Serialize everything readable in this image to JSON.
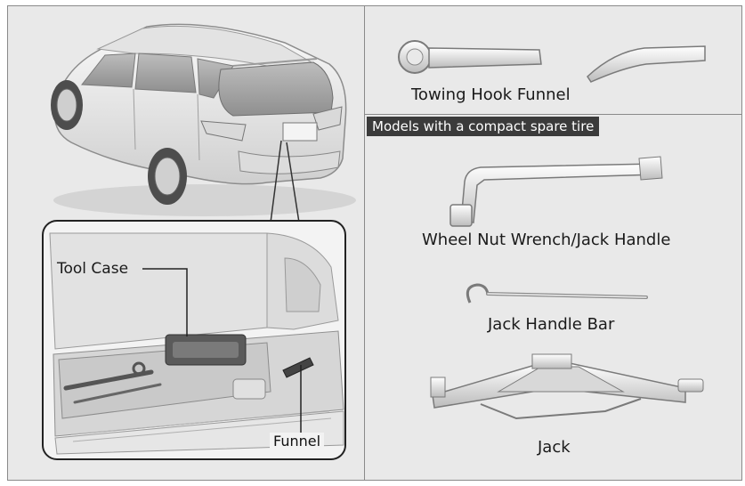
{
  "labels": {
    "towing_hook_funnel": "Towing Hook Funnel",
    "models_banner": "Models with a compact spare tire",
    "wheel_nut_wrench": "Wheel Nut Wrench/Jack Handle",
    "jack_handle_bar": "Jack Handle Bar",
    "jack": "Jack",
    "tool_case": "Tool Case",
    "funnel": "Funnel"
  },
  "colors": {
    "panel_bg": "#e9e9e9",
    "banner_bg": "#3b3b3b",
    "banner_text": "#ffffff"
  }
}
